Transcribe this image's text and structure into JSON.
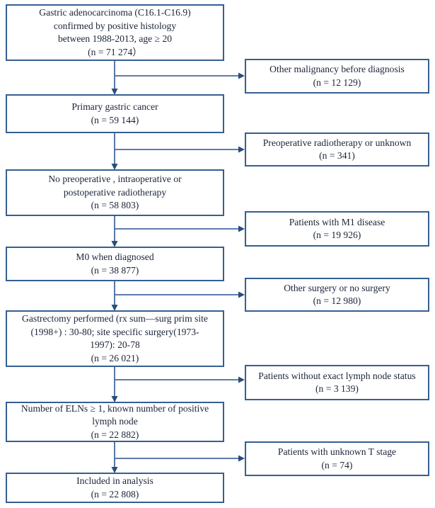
{
  "flowchart": {
    "description": "Patient selection flow diagram",
    "main_boxes": [
      {
        "lines": [
          "Gastric adenocarcinoma (C16.1-C16.9)",
          "confirmed by positive histology",
          "between 1988-2013, age ≥ 20",
          "(n = 71 274）"
        ],
        "n": "71 274"
      },
      {
        "lines": [
          "Primary gastric cancer",
          "(n = 59 144)"
        ],
        "n": "59 144"
      },
      {
        "lines": [
          "No preoperative , intraoperative  or",
          "postoperative radiotherapy",
          "(n = 58 803)"
        ],
        "n": "58 803"
      },
      {
        "lines": [
          "M0 when diagnosed",
          "(n = 38 877)"
        ],
        "n": "38 877"
      },
      {
        "lines": [
          "Gastrectomy performed (rx sum—surg prim site",
          "(1998+) : 30-80; site specific surgery(1973-",
          "1997): 20-78",
          "(n = 26 021)"
        ],
        "n": "26 021"
      },
      {
        "lines": [
          "Number of ELNs ≥ 1, known number of positive",
          "lymph node",
          "(n = 22 882)"
        ],
        "n": "22 882"
      },
      {
        "lines": [
          "Included in analysis",
          "(n = 22 808)"
        ],
        "n": "22 808"
      }
    ],
    "exclusion_boxes": [
      {
        "lines": [
          "Other malignancy before diagnosis",
          "(n = 12 129)"
        ],
        "n": "12 129"
      },
      {
        "lines": [
          "Preoperative radiotherapy or unknown",
          "(n = 341)"
        ],
        "n": "341"
      },
      {
        "lines": [
          "Patients with M1 disease",
          "(n = 19 926)"
        ],
        "n": "19 926"
      },
      {
        "lines": [
          "Other surgery or no surgery",
          "(n = 12 980)"
        ],
        "n": "12 980"
      },
      {
        "lines": [
          "Patients without exact lymph node status",
          "(n = 3 139)"
        ],
        "n": "3 139"
      },
      {
        "lines": [
          "Patients with unknown T stage",
          "(n = 74)"
        ],
        "n": "74"
      }
    ]
  },
  "colors": {
    "box_border": "#355f91",
    "connector_line": "#47699d",
    "arrowhead": "#2a4d79",
    "text": "#1c2438",
    "background": "#ffffff"
  }
}
